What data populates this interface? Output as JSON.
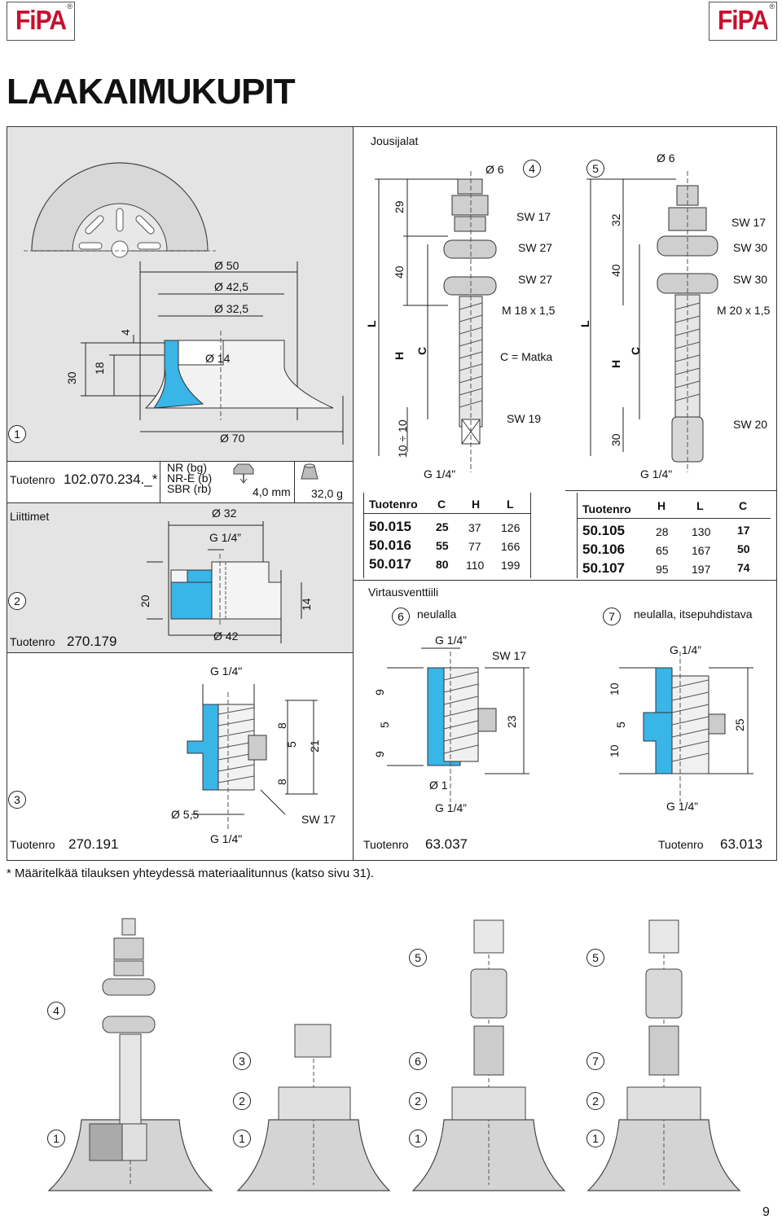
{
  "header": {
    "brand": "FiPA",
    "reg_mark": "®"
  },
  "title": "LAAKAIMUKUPIT",
  "panel1": {
    "index": "1",
    "product_label": "Tuotenro",
    "product_code": "102.070.234._*",
    "materials": [
      "NR (bg)",
      "NR-E (b)",
      "SBR (rb)"
    ],
    "stroke": "4,0 mm",
    "weight": "32,0 g",
    "dims": {
      "d50": "Ø 50",
      "d425": "Ø 42,5",
      "d325": "Ø 32,5",
      "d14": "Ø 14",
      "d70": "Ø 70",
      "h4": "4",
      "h30": "30",
      "h18": "18"
    }
  },
  "panel2": {
    "section": "Liittimet",
    "index": "2",
    "product_label": "Tuotenro",
    "product_code": "270.179",
    "dims": {
      "d32": "Ø 32",
      "g14": "G 1/4”",
      "h20": "20",
      "h14": "14",
      "d42": "Ø 42"
    }
  },
  "panel3": {
    "index": "3",
    "product_label": "Tuotenro",
    "product_code": "270.191",
    "dims": {
      "g14_top": "G 1/4\"",
      "h8a": "8",
      "h5": "5",
      "h21": "21",
      "h8b": "8",
      "d55": "Ø 5,5",
      "sw17": "SW 17",
      "g14_bot": "G 1/4\""
    }
  },
  "jousijalat": {
    "section": "Jousijalat",
    "item4": {
      "index": "4",
      "d6": "Ø 6",
      "h29": "29",
      "h40": "40",
      "sw17": "SW 17",
      "sw27a": "SW 27",
      "sw27b": "SW 27",
      "thread": "M 18 x 1,5",
      "L": "L",
      "H": "H",
      "C": "C",
      "note": "C = Matka",
      "sw19": "SW 19",
      "h10": "10 ÷ 10",
      "g14": "G 1/4\""
    },
    "item5": {
      "index": "5",
      "d6": "Ø 6",
      "h32": "32",
      "h40": "40",
      "sw17": "SW 17",
      "sw30a": "SW 30",
      "sw30b": "SW 30",
      "thread": "M 20 x 1,5",
      "L": "L",
      "H": "H",
      "C": "C",
      "sw20": "SW 20",
      "h30": "30",
      "g14": "G 1/4\""
    },
    "table4": {
      "headers": [
        "Tuotenro",
        "C",
        "H",
        "L"
      ],
      "rows": [
        [
          "50.015",
          "25",
          "37",
          "126"
        ],
        [
          "50.016",
          "55",
          "77",
          "166"
        ],
        [
          "50.017",
          "80",
          "110",
          "199"
        ]
      ]
    },
    "table5": {
      "headers": [
        "Tuotenro",
        "H",
        "L",
        "C"
      ],
      "rows": [
        [
          "50.105",
          "28",
          "130",
          "17"
        ],
        [
          "50.106",
          "65",
          "167",
          "50"
        ],
        [
          "50.107",
          "95",
          "197",
          "74"
        ]
      ]
    }
  },
  "virtaus": {
    "section": "Virtausventtiili",
    "item6": {
      "index": "6",
      "label": "neulalla",
      "g14_top": "G 1/4”",
      "sw17": "SW 17",
      "h9a": "9",
      "h5": "5",
      "h9b": "9",
      "h23": "23",
      "d1": "Ø 1",
      "g14_bot": "G 1/4”",
      "product_label": "Tuotenro",
      "product_code": "63.037"
    },
    "item7": {
      "index": "7",
      "label": "neulalla, itsepuhdistava",
      "g14_top": "G 1/4”",
      "h10a": "10",
      "h5": "5",
      "h10b": "10",
      "h25": "25",
      "g14_bot": "G 1/4”",
      "product_label": "Tuotenro",
      "product_code": "63.013"
    }
  },
  "footnote": "* Määritelkää tilauksen yhteydessä materiaalitunnus (katso sivu 31).",
  "assemblies": [
    {
      "top": "4",
      "bottom": "1"
    },
    {
      "mid": "3",
      "mid2": "2",
      "bottom": "1"
    },
    {
      "top": "5",
      "mid": "6",
      "mid2": "2",
      "bottom": "1"
    },
    {
      "top": "5",
      "mid": "7",
      "mid2": "2",
      "bottom": "1"
    }
  ],
  "page_number": "9",
  "colors": {
    "cup_blue": "#39b5e8",
    "panel_grey": "#e4e4e4",
    "metal": "#c9c9c9",
    "brand_red": "#c8102e"
  }
}
